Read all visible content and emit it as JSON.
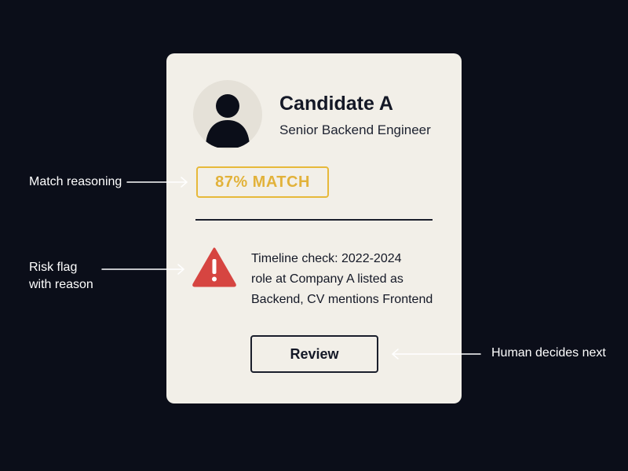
{
  "candidate": {
    "name": "Candidate A",
    "role": "Senior Backend Engineer",
    "avatar_icon": "person-avatar-icon"
  },
  "match": {
    "label": "87% MATCH",
    "color": "#e2b23a"
  },
  "risk": {
    "icon": "warning-triangle-icon",
    "icon_color": "#d64541",
    "lines": [
      "Timeline check: 2022-2024",
      "role at Company A listed as",
      "Backend, CV mentions Frontend"
    ]
  },
  "review_button": {
    "label": "Review"
  },
  "annotations": {
    "match_reasoning": "Match reasoning",
    "risk_flag_lines": [
      "Risk flag",
      "with reason"
    ],
    "human_decides": "Human decides next"
  },
  "colors": {
    "background": "#0b0e19",
    "card": "#f2efe8",
    "text_dark": "#141826"
  }
}
